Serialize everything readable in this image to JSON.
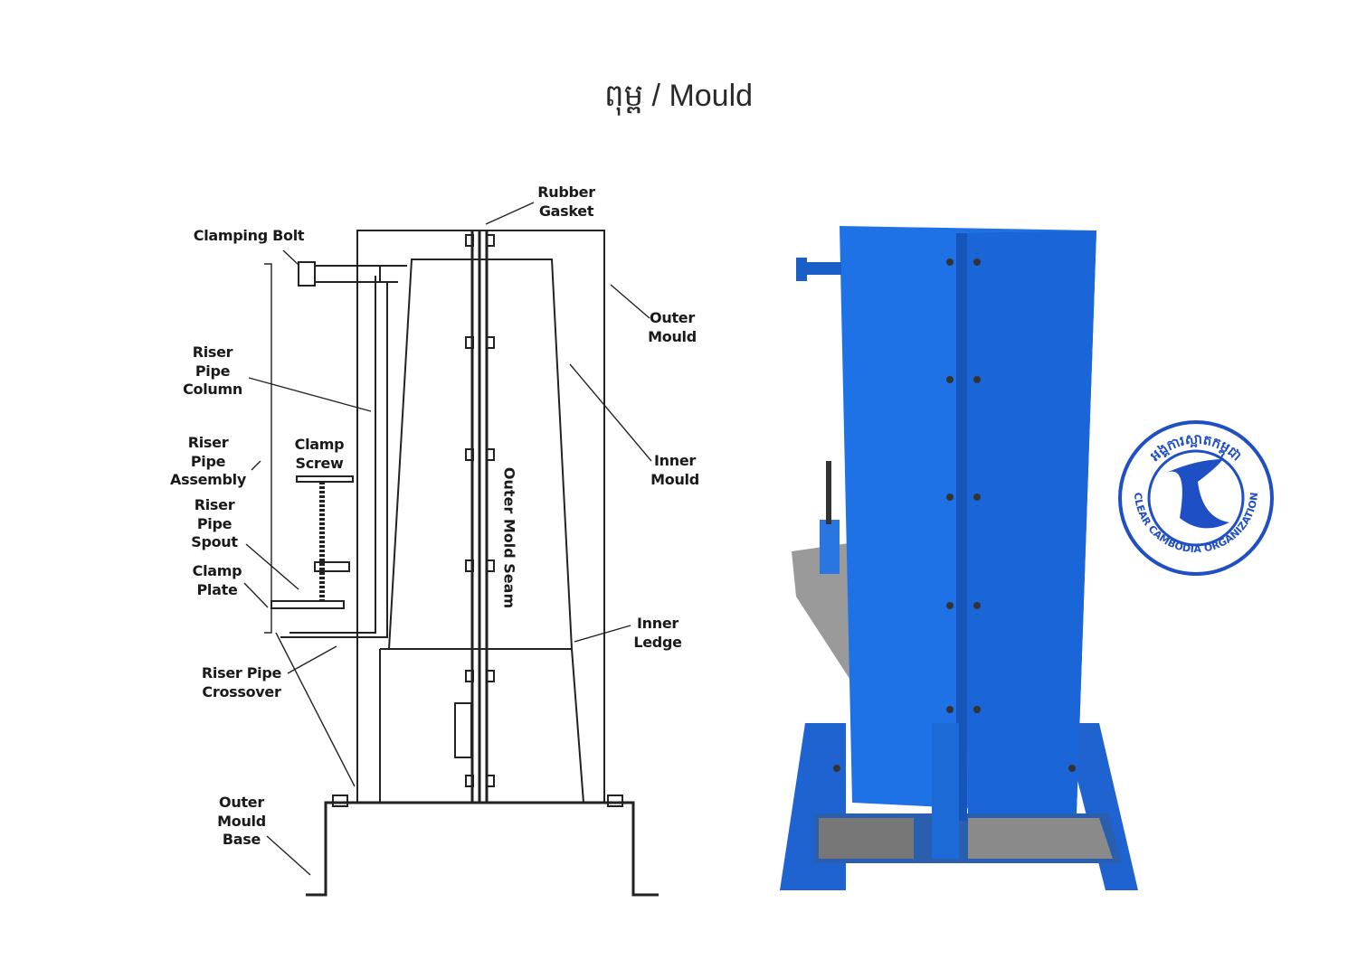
{
  "title": "ពុម្ព / Mould",
  "diagram": {
    "labels": {
      "rubber_gasket": [
        "Rubber",
        "Gasket"
      ],
      "clamping_bolt": [
        "Clamping Bolt"
      ],
      "outer_mould": [
        "Outer",
        "Mould"
      ],
      "riser_pipe_column": [
        "Riser",
        "Pipe",
        "Column"
      ],
      "riser_pipe_assembly": [
        "Riser",
        "Pipe",
        "Assembly"
      ],
      "clamp_screw": [
        "Clamp",
        "Screw"
      ],
      "inner_mould": [
        "Inner",
        "Mould"
      ],
      "riser_pipe_spout": [
        "Riser",
        "Pipe",
        "Spout"
      ],
      "clamp_plate": [
        "Clamp",
        "Plate"
      ],
      "inner_ledge": [
        "Inner",
        "Ledge"
      ],
      "riser_pipe_crossover": [
        "Riser Pipe",
        "Crossover"
      ],
      "outer_mould_base": [
        "Outer",
        "Mould",
        "Base"
      ],
      "outer_mold_seam": "Outer Mold Seam"
    }
  },
  "stamp": {
    "text_khmer": "អង្គការស្អាតកម្ពុជា",
    "text_english": "CLEAR CAMBODIA ORGANIZATION",
    "color": "#1f4fc4"
  },
  "photo": {
    "color": "#1e6fe0"
  }
}
